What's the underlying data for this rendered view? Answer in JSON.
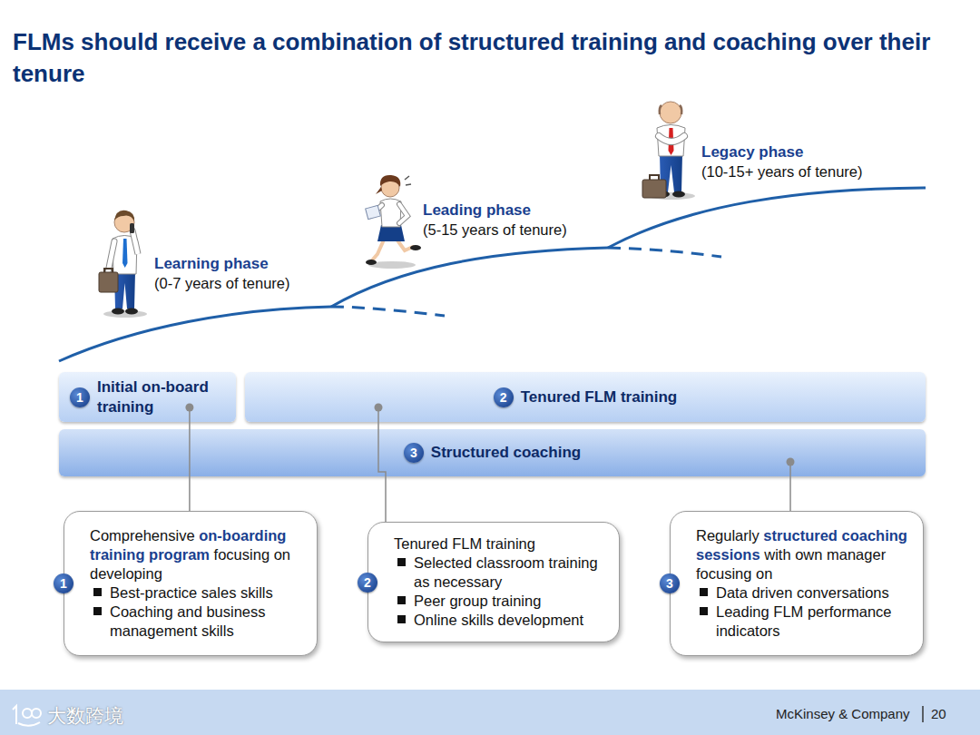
{
  "diagram": {
    "title": "FLMs should receive a combination of structured training and coaching over their tenure",
    "nodes": [
      {
        "text": [
          "1",
          "Initial on-board training"
        ]
      },
      {
        "text": [
          "2",
          "Tenured FLM training"
        ]
      },
      {
        "text": [
          "3",
          "Structured coaching"
        ]
      },
      {
        "text": [
          "Comprehensive",
          "on-boarding training program",
          "focusing on developing",
          "Best-practice sales skills",
          "Coaching and business management skills"
        ]
      },
      {
        "text": [
          "Tenured FLM training",
          "Selected classroom training as necessary",
          "Peer group training",
          "Online skills development"
        ]
      },
      {
        "text": [
          "Regularly",
          "structured coaching sessions",
          "with own manager focusing on",
          "Data driven conversations",
          "Leading FLM performance indicators"
        ]
      }
    ],
    "edges": [
      {
        "from": 0,
        "to": 3,
        "arrow": "none"
      },
      {
        "from": 1,
        "to": 4,
        "arrow": "none"
      },
      {
        "from": 2,
        "to": 5,
        "arrow": "none"
      }
    ],
    "labels": [
      "Learning phase",
      "(0-7 years of tenure)",
      "Leading phase",
      "(5-15 years of tenure)",
      "Legacy phase",
      "(10-15+ years of tenure)",
      "1",
      "2",
      "3",
      "McKinsey & Company",
      "20",
      "大数跨境"
    ]
  }
}
